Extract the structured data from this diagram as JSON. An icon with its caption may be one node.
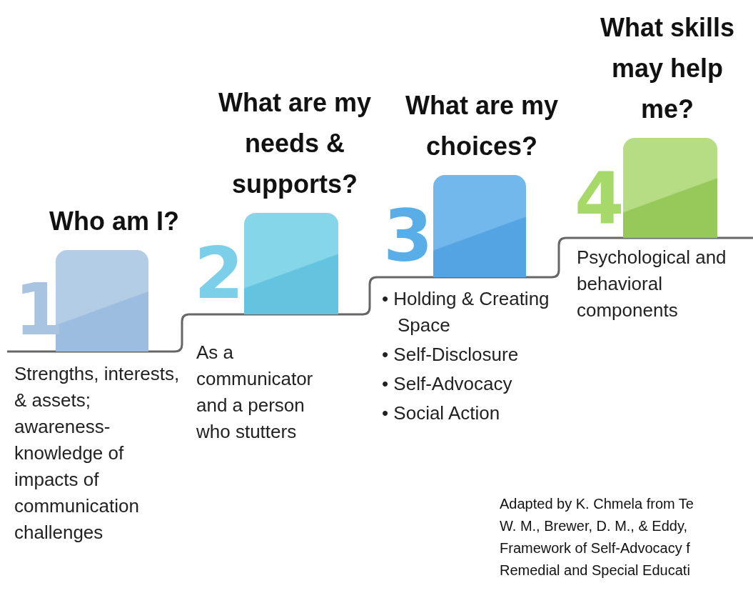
{
  "diagram": {
    "nodes": [
      {
        "text": [
          "Who am I?",
          "1",
          "Strengths, interests, & assets; awareness-knowledge of impacts of communication challenges"
        ]
      },
      {
        "text": [
          "What are my needs & supports?",
          "2",
          "As a communicator and a person who stutters"
        ]
      },
      {
        "text": [
          "What are my choices?",
          "3",
          "• Holding & Creating Space",
          "• Self-Disclosure",
          "• Self-Advocacy",
          "• Social Action"
        ]
      },
      {
        "text": [
          "What skills may help me?",
          "4",
          "Psychological and behavioral components"
        ]
      }
    ],
    "labels": [
      "Adapted by K. Chmela from Te",
      "W. M., Brewer, D. M., & Eddy,",
      "Framework of Self-Advocacy f",
      "Remedial and Special Educati"
    ]
  }
}
